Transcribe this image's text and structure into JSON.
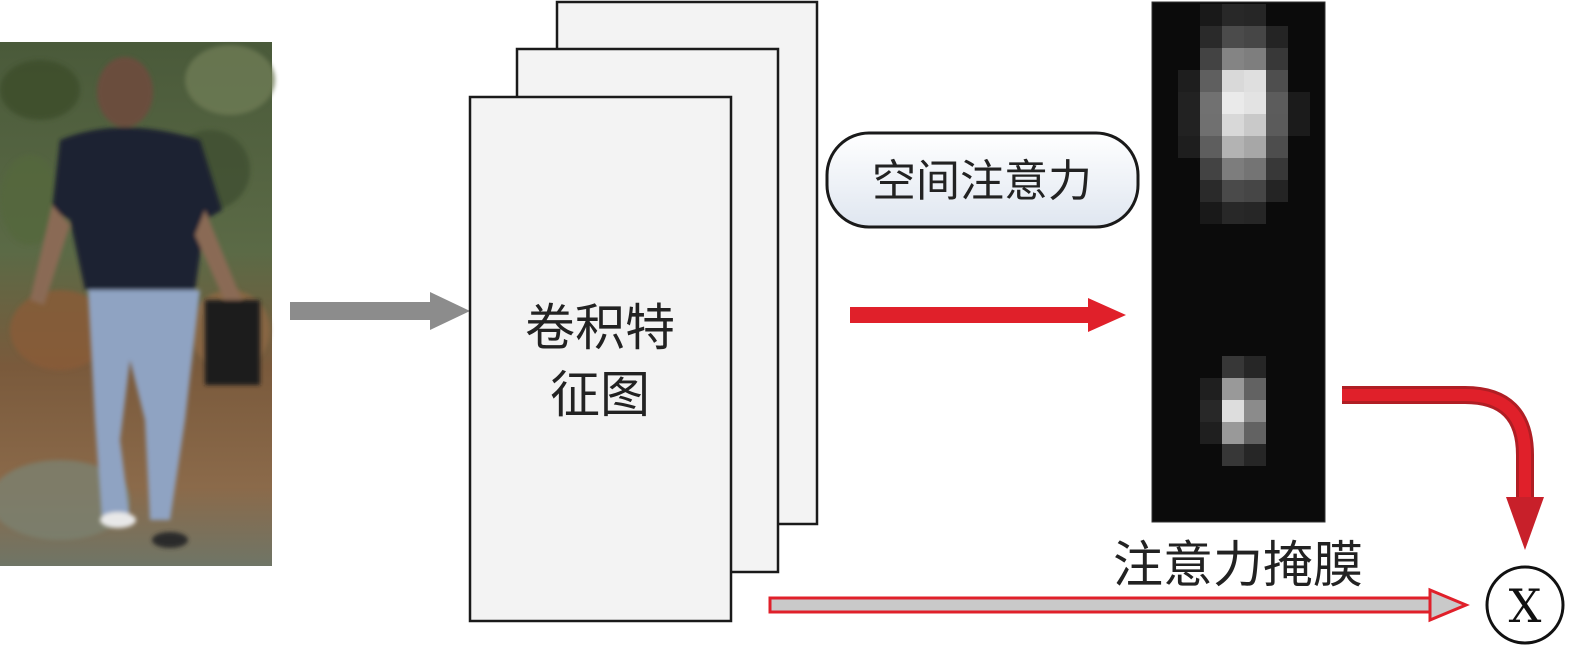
{
  "labels": {
    "feature_maps": [
      "卷积特",
      "征图"
    ],
    "spatial_attention": "空间注意力",
    "attention_mask": "注意力掩膜",
    "multiply_symbol": "X"
  },
  "colors": {
    "gray_arrow": "#8c8c8c",
    "red_arrow": "#e0202a",
    "feature_map_fill": "#f3f3f3",
    "feature_map_stroke": "#1a1a1a",
    "attention_bg": "#0b0b0b",
    "pill_fill_top": "#ffffff",
    "pill_fill_bottom": "#dfe6f0",
    "mask_arrow_fill": "#c9c9c9"
  },
  "icons": {
    "person_photo": "person-walking-photo",
    "attention_heatmap": "attention-heatmap-image",
    "multiply_node": "circled-multiply-icon"
  }
}
